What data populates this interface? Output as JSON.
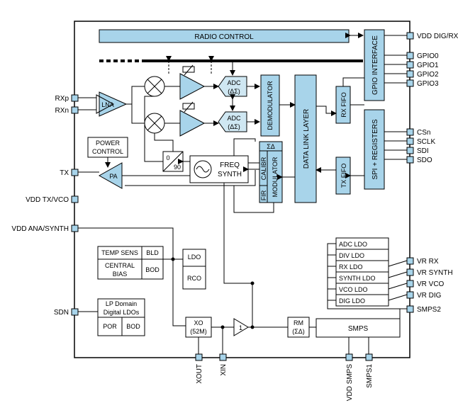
{
  "blocks": {
    "radio_control": "RADIO CONTROL",
    "gpio_interface": "GPIO INTERFACE",
    "spi_registers": "SPI + REGISTERS",
    "rx_fifo": "RX FIFO",
    "tx_fifo": "TX FIFO",
    "data_link_layer": "DATA LINK LAYER",
    "demodulator": "DEMODULATOR",
    "modulator": "MODULATOR",
    "calibr": "CALIBR",
    "fir": "FIR",
    "sigma_delta": "ΣΔ",
    "adc_top": "ADC",
    "adc_top_sub": "(ΔΣ)",
    "adc_bot": "ADC",
    "adc_bot_sub": "(ΔΣ)",
    "lna": "LNA",
    "pa": "PA",
    "power_control_1": "POWER",
    "power_control_2": "CONTROL",
    "divider_0": "0",
    "divider_90": "90",
    "freq_synth_1": "FREQ",
    "freq_synth_2": "SYNTH",
    "temp_sens": "TEMP SENS",
    "bld": "BLD",
    "central_bias_1": "CENTRAL",
    "central_bias_2": "BIAS",
    "bod": "BOD",
    "ldo": "LDO",
    "rco": "RCO",
    "lp_domain_1": "LP Domain",
    "lp_domain_2": "Digital LDOs",
    "por": "POR",
    "bod2": "BOD",
    "xo_1": "XO",
    "xo_2": "(52M)",
    "rm_1": "RM",
    "rm_2": "(ΣΔ)",
    "smps": "SMPS",
    "ldo_list": [
      "ADC LDO",
      "DIV LDO",
      "RX LDO",
      "SYNTH LDO",
      "VCO LDO",
      "DIG LDO"
    ]
  },
  "pins_left": [
    "RXp",
    "RXn",
    "TX",
    "VDD TX/VCO",
    "VDD ANA/SYNTH",
    "SDN"
  ],
  "pins_right": [
    "VDD DIG/RX",
    "GPIO0",
    "GPIO1",
    "GPIO2",
    "GPIO3",
    "CSn",
    "SCLK",
    "SDI",
    "SDO",
    "VR RX",
    "VR SYNTH",
    "VR VCO",
    "VR DIG",
    "SMPS2"
  ],
  "pins_bottom": [
    "XOUT",
    "XIN",
    "VDD SMPS",
    "SMPS1"
  ],
  "colors": {
    "block_fill": "#a8d4ea",
    "adc_fill": "#cfe7f2",
    "pin_fill": "#a8d4ea",
    "line": "#000000"
  }
}
